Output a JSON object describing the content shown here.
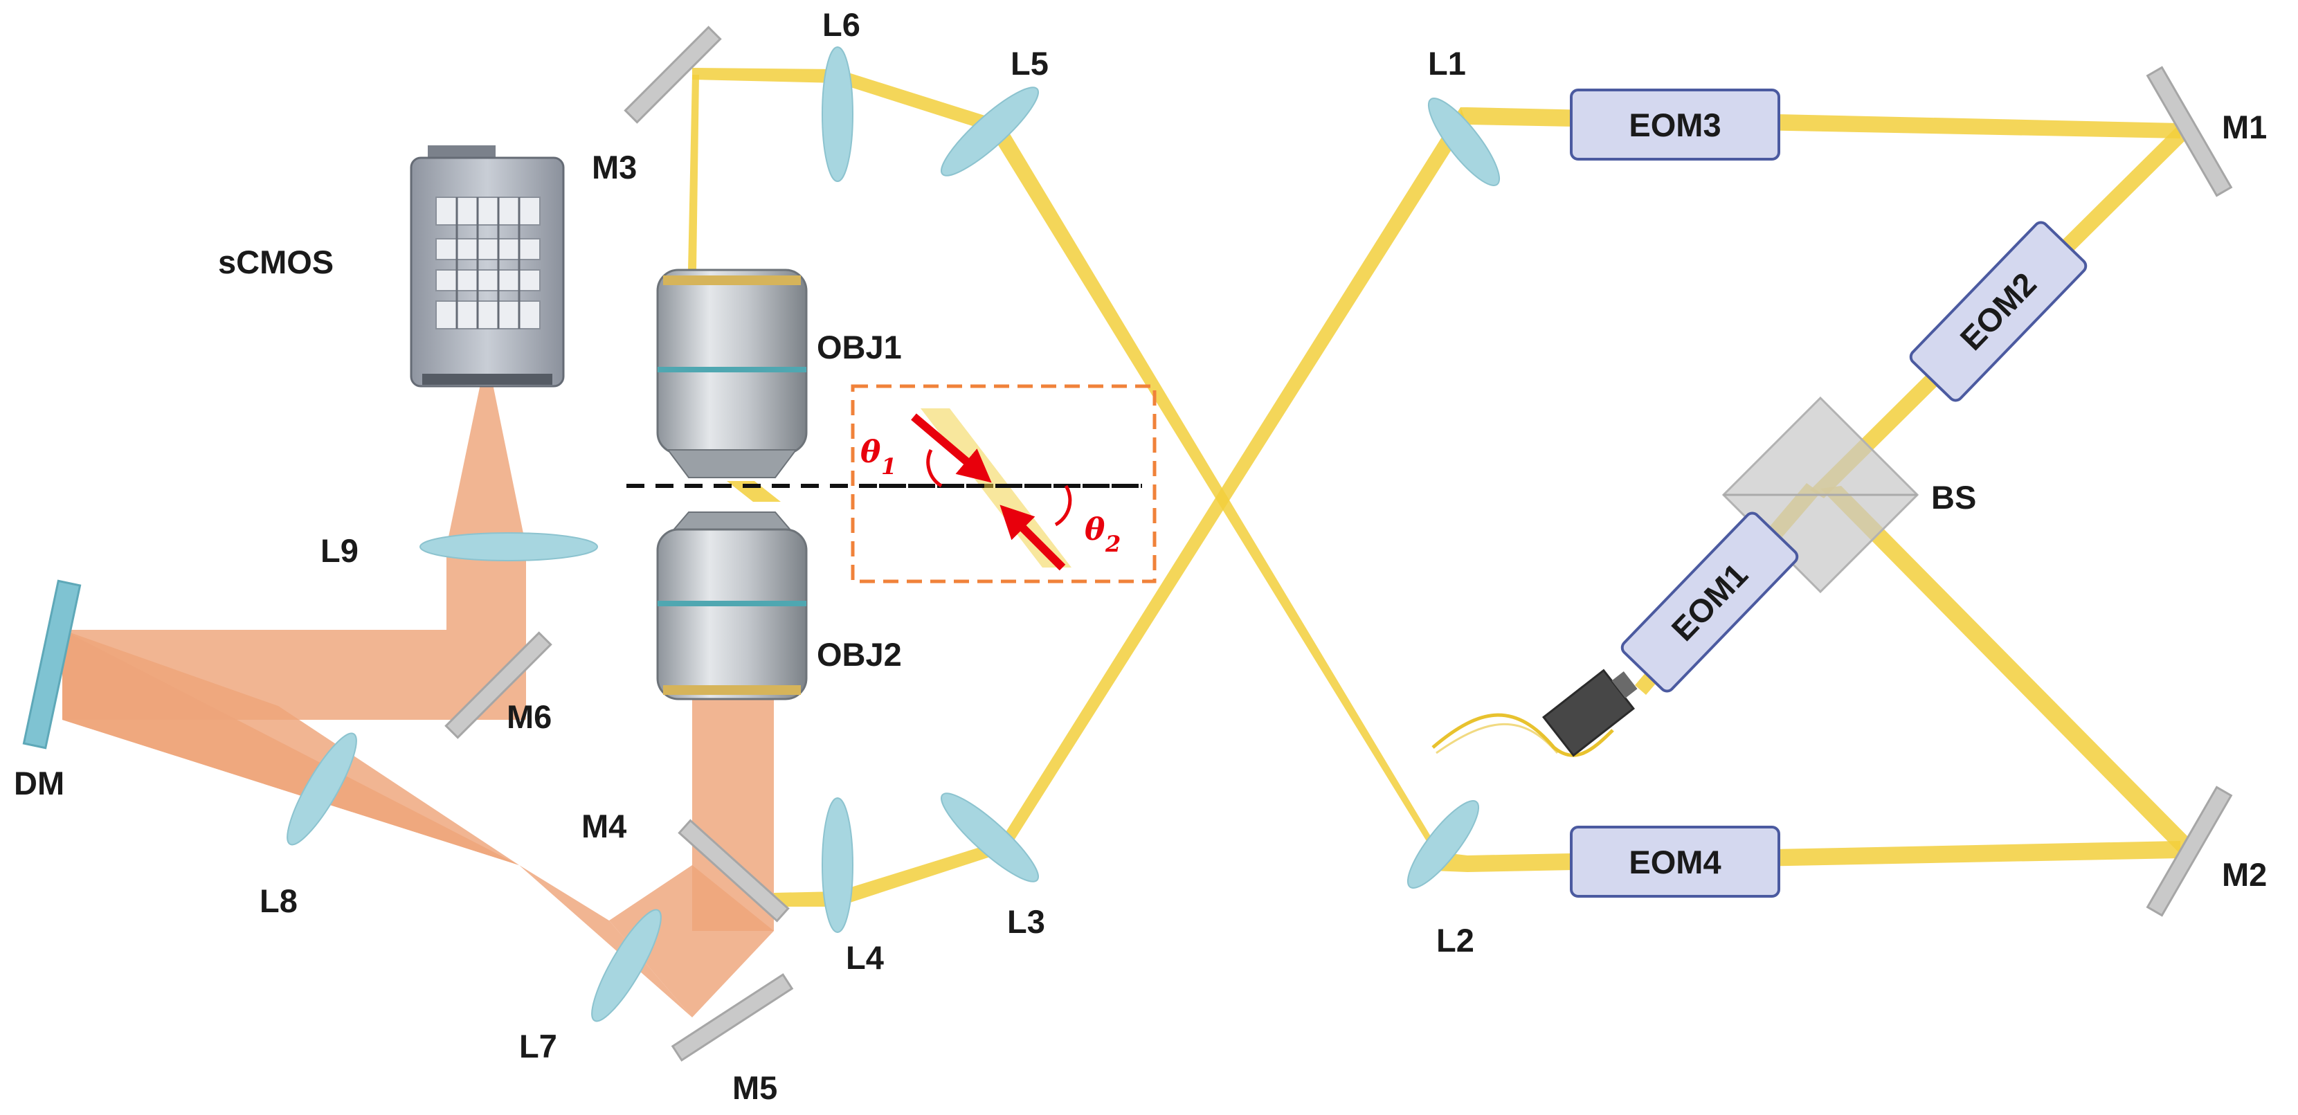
{
  "labels": {
    "L1": "L1",
    "L2": "L2",
    "L3": "L3",
    "L4": "L4",
    "L5": "L5",
    "L6": "L6",
    "L7": "L7",
    "L8": "L8",
    "L9": "L9",
    "M1": "M1",
    "M2": "M2",
    "M3": "M3",
    "M4": "M4",
    "M5": "M5",
    "M6": "M6",
    "BS": "BS",
    "DM": "DM",
    "sCMOS": "sCMOS",
    "OBJ1": "OBJ1",
    "OBJ2": "OBJ2"
  },
  "eoms": {
    "EOM1": "EOM1",
    "EOM2": "EOM2",
    "EOM3": "EOM3",
    "EOM4": "EOM4"
  },
  "inset": {
    "theta1_symbol": "θ",
    "theta1_sub": "1",
    "theta2_symbol": "θ",
    "theta2_sub": "2"
  },
  "colors": {
    "excitation_beam": "#f2cf3c",
    "emission_beam": "#eea57a",
    "lens": "#a7d6e0",
    "mirror": "#c9c9c9",
    "eom_fill": "#d4d8ef",
    "eom_stroke": "#4b5aa0",
    "inset_border": "#f0823a",
    "angle_arrows": "#e8000c"
  }
}
